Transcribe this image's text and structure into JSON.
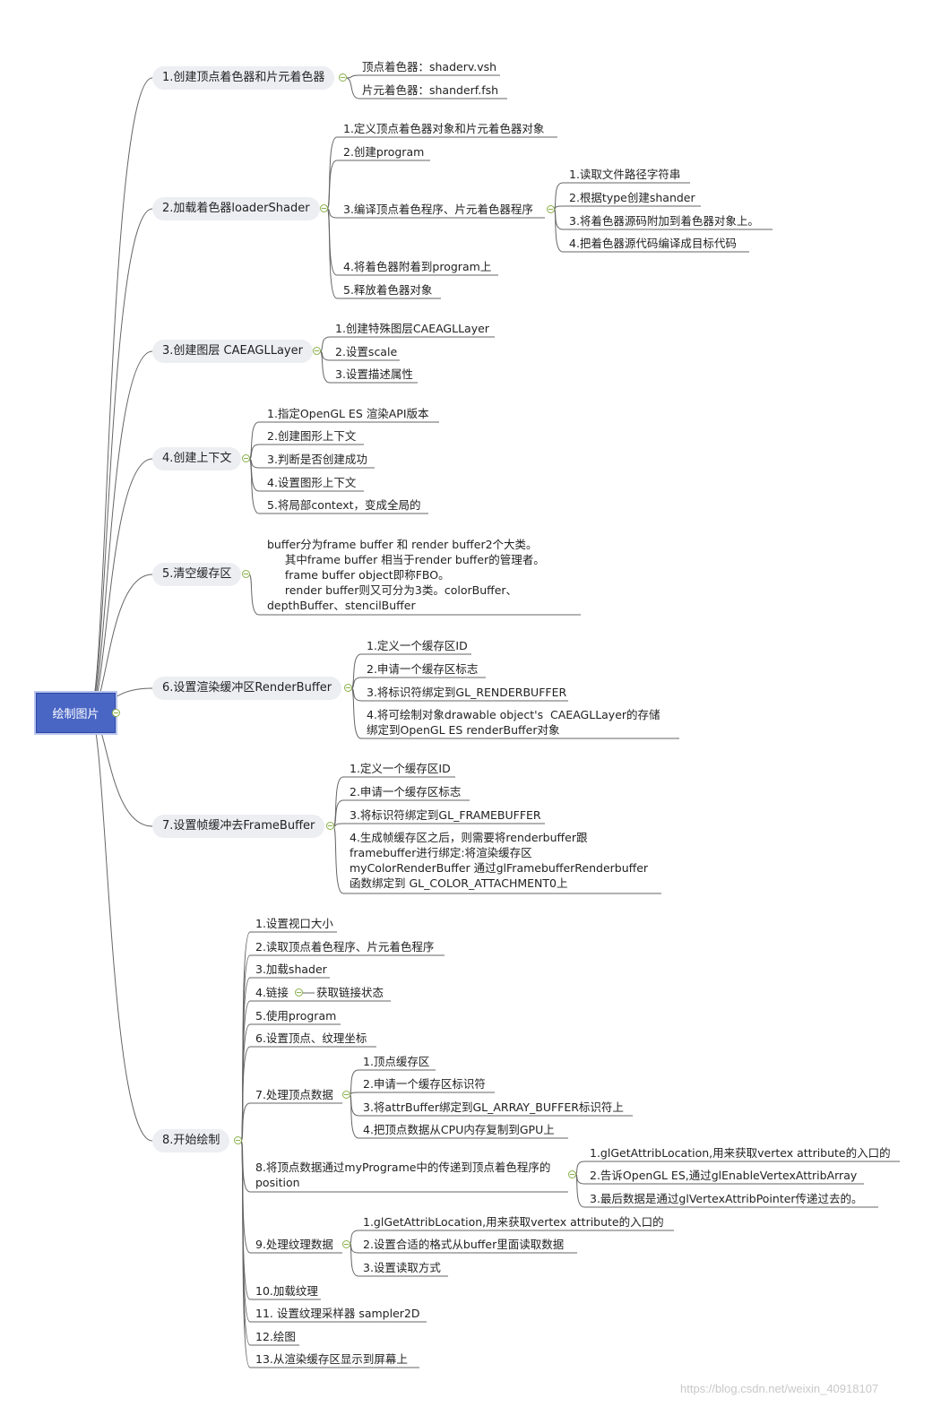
{
  "root": {
    "label": "绘制图片"
  },
  "branches": [
    {
      "label": "1.创建顶点着色器和片元着色器",
      "children": [
        "顶点着色器：shaderv.vsh",
        "片元着色器：shanderf.fsh"
      ]
    },
    {
      "label": "2.加载着色器loaderShader",
      "children": [
        "1.定义顶点着色器对象和片元着色器对象",
        "2.创建program",
        "3.编译顶点着色程序、片元着色器程序",
        "4.将着色器附着到program上",
        "5.释放着色器对象"
      ],
      "sub": [
        "1.读取文件路径字符串",
        "2.根据type创建shander",
        "3.将着色器源码附加到着色器对象上。",
        "4.把着色器源代码编译成目标代码"
      ]
    },
    {
      "label": "3.创建图层 CAEAGLLayer",
      "children": [
        "1.创建特殊图层CAEAGLLayer",
        "2.设置scale",
        "3.设置描述属性"
      ]
    },
    {
      "label": "4.创建上下文",
      "children": [
        "1.指定OpenGL ES 渲染API版本",
        "2.创建图形上下文",
        "3.判断是否创建成功",
        "4.设置图形上下文",
        "5.将局部context，变成全局的"
      ]
    },
    {
      "label": "5.清空缓存区",
      "note": "buffer分为frame buffer 和 render buffer2个大类。\n     其中frame buffer 相当于render buffer的管理者。\n     frame buffer object即称FBO。\n     render buffer则又可分为3类。colorBuffer、\ndepthBuffer、stencilBuffer"
    },
    {
      "label": "6.设置渲染缓冲区RenderBuffer",
      "children": [
        "1.定义一个缓存区ID",
        "2.申请一个缓存区标志",
        "3.将标识符绑定到GL_RENDERBUFFER",
        "4.将可绘制对象drawable object's  CAEAGLLayer的存储\n绑定到OpenGL ES renderBuffer对象"
      ]
    },
    {
      "label": "7.设置帧缓冲去FrameBuffer",
      "children": [
        "1.定义一个缓存区ID",
        "2.申请一个缓存区标志",
        "3.将标识符绑定到GL_FRAMEBUFFER",
        "4.生成帧缓存区之后，则需要将renderbuffer跟\nframebuffer进行绑定:将渲染缓存区\nmyColorRenderBuffer 通过glFramebufferRenderbuffer\n函数绑定到 GL_COLOR_ATTACHMENT0上"
      ]
    },
    {
      "label": "8.开始绘制",
      "children": [
        "1.设置视口大小",
        "2.读取顶点着色程序、片元着色程序",
        "3.加载shader",
        "4.链接",
        "5.使用program",
        "6.设置顶点、纹理坐标",
        "7.处理顶点数据",
        "8.将顶点数据通过myPrograme中的传递到顶点着色程序的\nposition",
        "9.处理纹理数据",
        "10.加载纹理",
        "11. 设置纹理采样器 sampler2D",
        "12.绘图",
        "13.从渲染缓存区显示到屏幕上"
      ],
      "link_sub": "获取链接状态",
      "vertex_sub": [
        "1.顶点缓存区",
        "2.申请一个缓存区标识符",
        "3.将attrBuffer绑定到GL_ARRAY_BUFFER标识符上",
        "4.把顶点数据从CPU内存复制到GPU上"
      ],
      "position_sub": [
        "1.glGetAttribLocation,用来获取vertex attribute的入口的",
        "2.告诉OpenGL ES,通过glEnableVertexAttribArray",
        "3.最后数据是通过glVertexAttribPointer传递过去的。"
      ],
      "texture_sub": [
        "1.glGetAttribLocation,用来获取vertex attribute的入口的",
        "2.设置合适的格式从buffer里面读取数据",
        "3.设置读取方式"
      ]
    }
  ],
  "watermark": "https://blog.csdn.net/weixin_40918107",
  "colors": {
    "root_fill": "#4a66c4",
    "topic_fill": "#eceef2",
    "line": "#666666",
    "toggle": "#8ab04a"
  }
}
